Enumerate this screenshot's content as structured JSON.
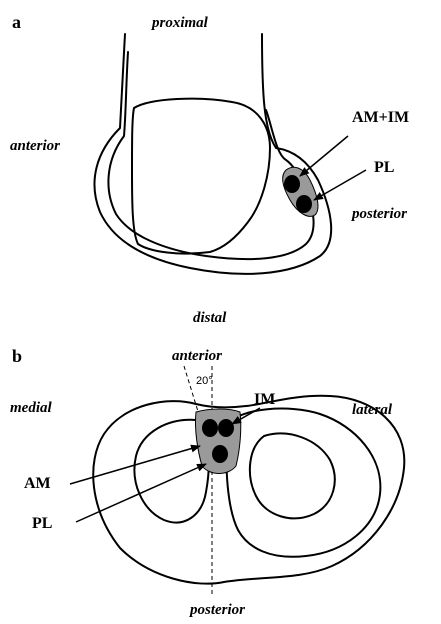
{
  "panel_a": {
    "panel_letter": "a",
    "labels": {
      "proximal": "proximal",
      "anterior": "anterior",
      "posterior": "posterior",
      "distal": "distal",
      "am_im": "AM+IM",
      "pl": "PL"
    }
  },
  "panel_b": {
    "panel_letter": "b",
    "labels": {
      "anterior": "anterior",
      "angle": "20°",
      "medial": "medial",
      "lateral": "lateral",
      "im": "IM",
      "am": "AM",
      "pl": "PL",
      "posterior": "posterior"
    }
  },
  "colors": {
    "line": "#000000",
    "footprint_fill": "#9a9a9a",
    "bundle_fill": "#000000",
    "background": "#ffffff"
  }
}
